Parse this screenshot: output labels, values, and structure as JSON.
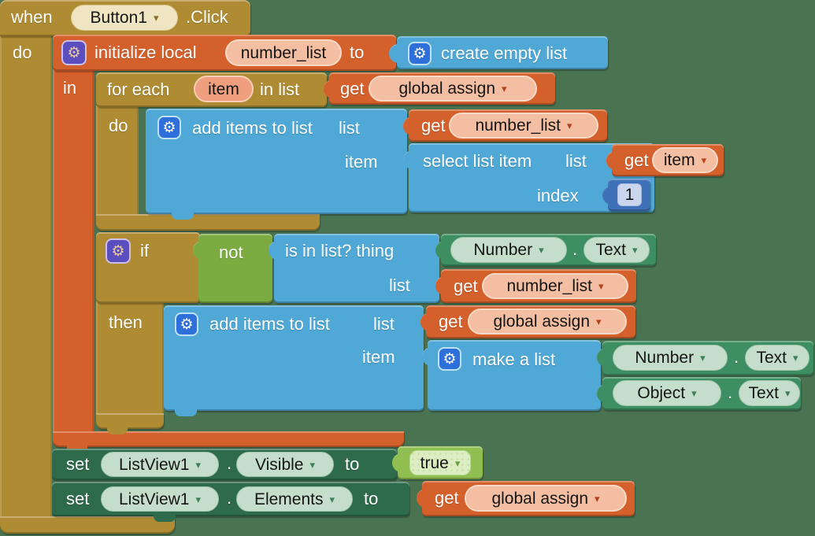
{
  "icons": {
    "gear": "⚙",
    "dropdown_arrow": "▾"
  },
  "colors": {
    "workspace_bg": "#4A7352",
    "control_gold": "#AF8C33",
    "variables_orange": "#D4602C",
    "lists_blue": "#4FA8D6",
    "math_blue": "#3E71B8",
    "logic_green": "#7BAB41",
    "logic_light_green": "#90BE50",
    "component_getter_green": "#3E8E63",
    "component_setter_green": "#2E6B4A"
  },
  "blocks": {
    "when_event": {
      "keyword": "when",
      "component": "Button1",
      "event": ".Click",
      "do_label": "do"
    },
    "initialize_local": {
      "keyword": "initialize local",
      "variable": "number_list",
      "to_label": "to",
      "in_label": "in"
    },
    "create_empty_list": {
      "label": "create empty list"
    },
    "for_each": {
      "keyword": "for each",
      "variable": "item",
      "in_list_label": "in list",
      "do_label": "do"
    },
    "get_global_assign_1": {
      "keyword": "get",
      "variable": "global assign"
    },
    "add_items_to_list_1": {
      "label": "add items to list",
      "list_label": "list",
      "item_label": "item"
    },
    "get_number_list_1": {
      "keyword": "get",
      "variable": "number_list"
    },
    "select_list_item": {
      "label": "select list item",
      "list_label": "list",
      "index_label": "index"
    },
    "get_item": {
      "keyword": "get",
      "variable": "item"
    },
    "number_literal": {
      "value": "1"
    },
    "if": {
      "keyword": "if",
      "then_label": "then"
    },
    "not": {
      "label": "not"
    },
    "is_in_list": {
      "label": "is in list? thing",
      "list_label": "list"
    },
    "number_text_1": {
      "component": "Number",
      "separator": ".",
      "property": "Text"
    },
    "get_number_list_2": {
      "keyword": "get",
      "variable": "number_list"
    },
    "add_items_to_list_2": {
      "label": "add items to list",
      "list_label": "list",
      "item_label": "item"
    },
    "get_global_assign_2": {
      "keyword": "get",
      "variable": "global assign"
    },
    "make_a_list": {
      "label": "make a list"
    },
    "number_text_2": {
      "component": "Number",
      "separator": ".",
      "property": "Text"
    },
    "object_text": {
      "component": "Object",
      "separator": ".",
      "property": "Text"
    },
    "set_listview_visible": {
      "keyword": "set",
      "component": "ListView1",
      "separator": ".",
      "property": "Visible",
      "to_label": "to"
    },
    "true_literal": {
      "value": "true"
    },
    "set_listview_elements": {
      "keyword": "set",
      "component": "ListView1",
      "separator": ".",
      "property": "Elements",
      "to_label": "to"
    },
    "get_global_assign_3": {
      "keyword": "get",
      "variable": "global assign"
    }
  }
}
